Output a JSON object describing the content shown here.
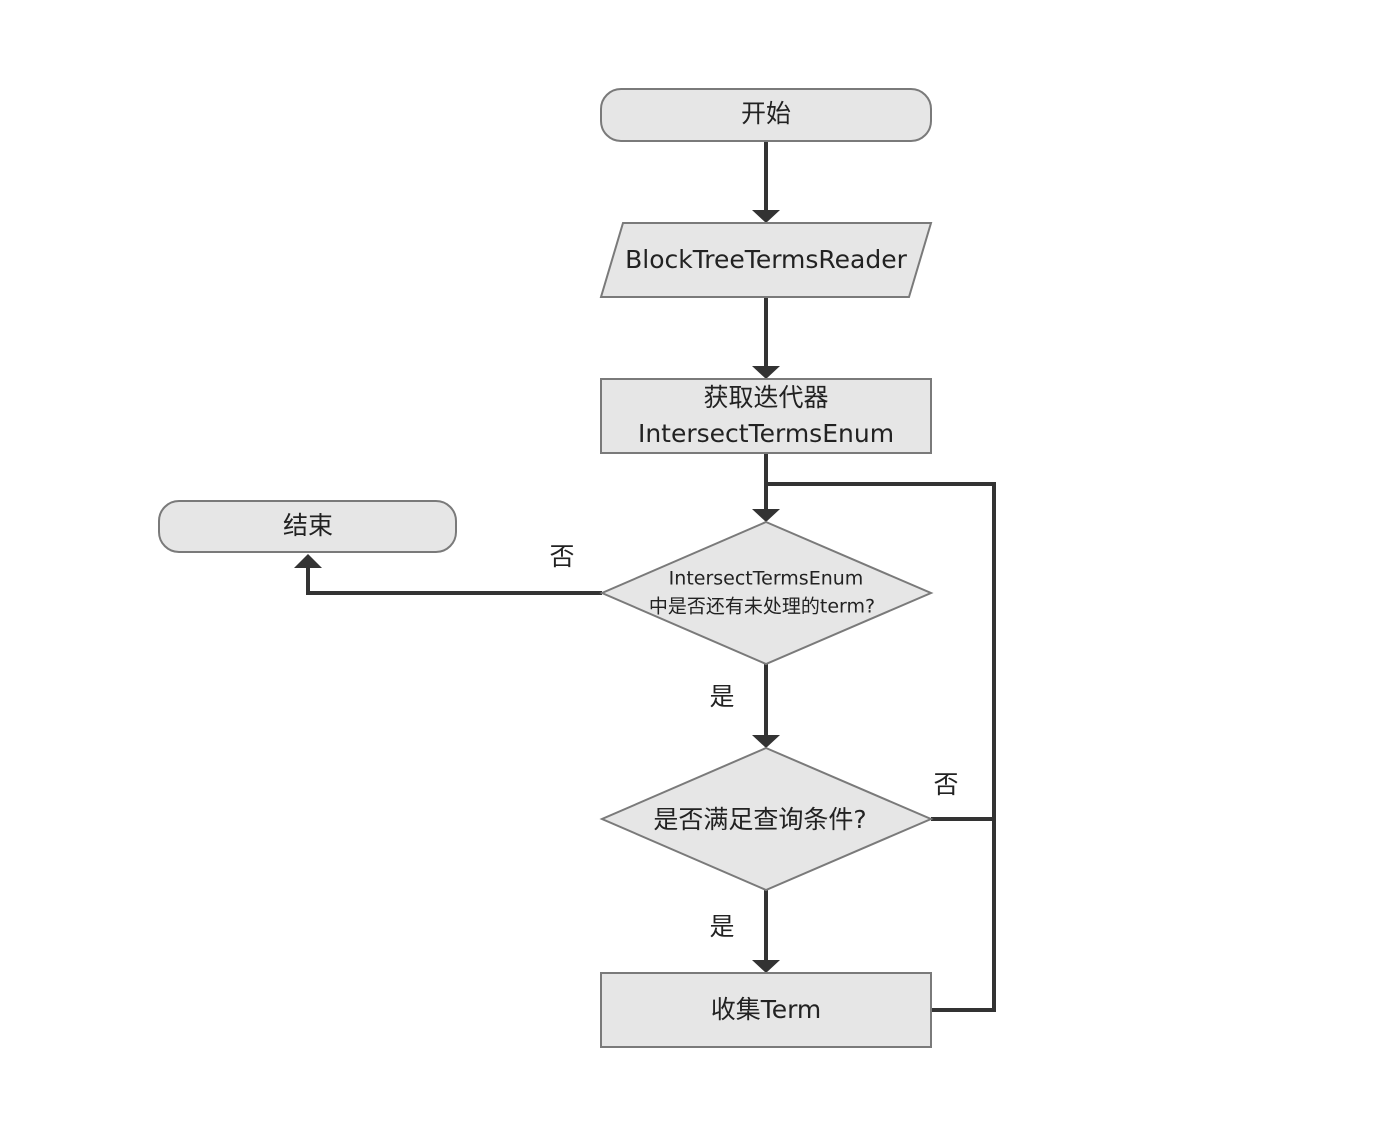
{
  "nodes": {
    "start": {
      "label": "开始",
      "shape": "terminator"
    },
    "reader": {
      "label": "BlockTreeTermsReader",
      "shape": "parallelogram"
    },
    "get_iterator": {
      "label_line1": "获取迭代器",
      "label_line2": "IntersectTermsEnum",
      "shape": "process"
    },
    "has_term": {
      "label_line1": "IntersectTermsEnum",
      "label_line2": "中是否还有未处理的term?",
      "shape": "decision"
    },
    "match_query": {
      "label": "是否满足查询条件?",
      "shape": "decision"
    },
    "collect": {
      "label": "收集Term",
      "shape": "process"
    },
    "end": {
      "label": "结束",
      "shape": "terminator"
    }
  },
  "edges": [
    {
      "from": "start",
      "to": "reader",
      "label": ""
    },
    {
      "from": "reader",
      "to": "get_iterator",
      "label": ""
    },
    {
      "from": "get_iterator",
      "to": "has_term",
      "label": ""
    },
    {
      "from": "has_term",
      "to": "end",
      "label": "否"
    },
    {
      "from": "has_term",
      "to": "match_query",
      "label": "是"
    },
    {
      "from": "match_query",
      "to": "collect",
      "label": "是"
    },
    {
      "from": "match_query",
      "to": "has_term",
      "label": "否"
    },
    {
      "from": "collect",
      "to": "has_term",
      "label": ""
    }
  ],
  "colors": {
    "node_fill": "#e6e6e6",
    "node_stroke": "#7a7a7a",
    "edge": "#333333",
    "text": "#222222"
  }
}
